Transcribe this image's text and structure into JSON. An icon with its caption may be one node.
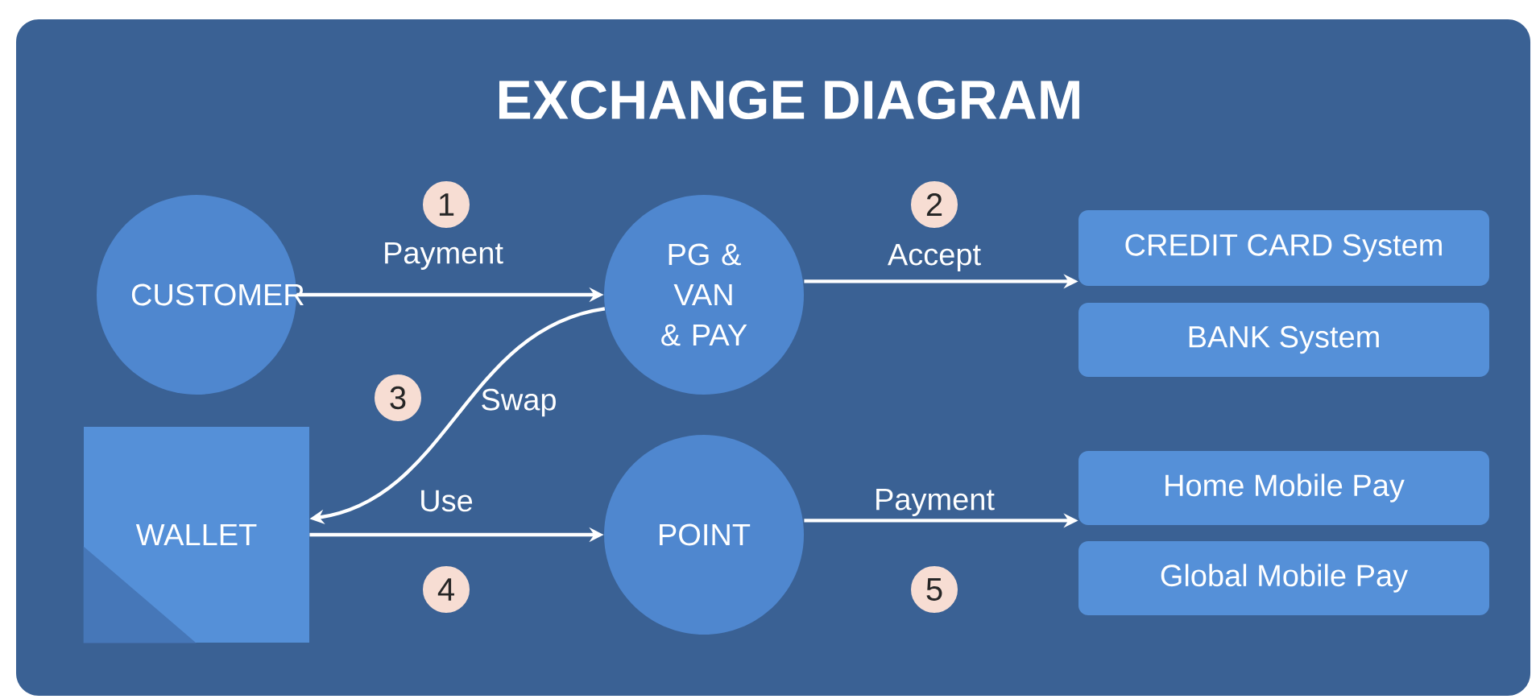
{
  "diagram": {
    "title": "EXCHANGE DIAGRAM",
    "nodes": [
      {
        "text": [
          "CUSTOMER"
        ]
      },
      {
        "text": [
          "PG & VAN & PAY"
        ]
      },
      {
        "text": [
          "CREDIT CARD System"
        ]
      },
      {
        "text": [
          "BANK System"
        ]
      },
      {
        "text": [
          "WALLET"
        ]
      },
      {
        "text": [
          "POINT"
        ]
      },
      {
        "text": [
          "Home Mobile Pay"
        ]
      },
      {
        "text": [
          "Global Mobile Pay"
        ]
      }
    ],
    "edges": [
      {
        "from": 0,
        "to": 1,
        "arrow": "to",
        "label": "Payment"
      },
      {
        "from": 1,
        "to": 2,
        "arrow": "to",
        "label": "Accept"
      },
      {
        "from": 1,
        "to": 4,
        "arrow": "to",
        "label": "Swap"
      },
      {
        "from": 4,
        "to": 5,
        "arrow": "to",
        "label": "Use"
      },
      {
        "from": 5,
        "to": 6,
        "arrow": "to",
        "label": "Payment"
      }
    ],
    "labels": [
      "1",
      "2",
      "3",
      "4",
      "5"
    ]
  }
}
